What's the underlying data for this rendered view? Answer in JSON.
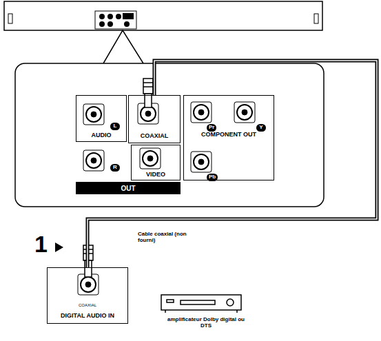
{
  "diagram": {
    "nodes": [
      {
        "text": [
          "AUDIO"
        ]
      },
      {
        "text": [
          "COAXIAL"
        ]
      },
      {
        "text": [
          "VIDEO"
        ]
      },
      {
        "text": [
          "OUT"
        ]
      },
      {
        "text": [
          "COMPONENT OUT"
        ]
      },
      {
        "text": [
          "COAXIAL",
          "DIGITAL AUDIO IN"
        ]
      }
    ],
    "edges": [
      {
        "from": 1,
        "to": 5,
        "arrow": "none",
        "label": "Cable coaxial (non fourni)"
      }
    ],
    "labels": [
      "L",
      "R",
      "Pr",
      "Y",
      "Pb",
      "1",
      "amplificateur Dolby digital ou DTS"
    ]
  }
}
